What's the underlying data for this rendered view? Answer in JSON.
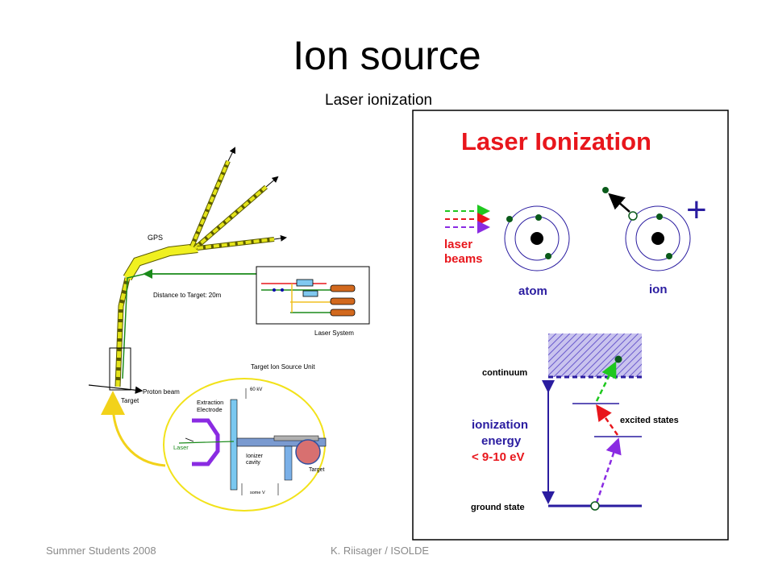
{
  "slide": {
    "title": "Ion source",
    "subtitle": "Laser ionization"
  },
  "left_diagram": {
    "gps": "GPS",
    "distance": "Distance to Target: 20m",
    "laser_system": "Laser System",
    "proton_beam": "Proton beam",
    "target": "Target",
    "unit_title": "Target Ion Source Unit",
    "extraction": "Extraction",
    "electrode": "Electrode",
    "kv": "60 kV",
    "laser": "Laser",
    "ionizer": "Ionizer",
    "cavity": "cavity",
    "target2": "Target",
    "some_v": "some V"
  },
  "right_diagram": {
    "title": "Laser Ionization",
    "laser": "laser",
    "beams": "beams",
    "atom": "atom",
    "ion": "ion",
    "plus": "+",
    "continuum": "continuum",
    "excited": "excited states",
    "ionization": "ionization",
    "energy": "energy",
    "ev": "< 9-10 eV",
    "ground": "ground state"
  },
  "footer": {
    "left": "Summer Students 2008",
    "center": "K. Riisager / ISOLDE"
  },
  "colors": {
    "red": "#e8161c",
    "green": "#1fc81f",
    "purple": "#8a2be2",
    "navy": "#2a1ca0",
    "yellow": "#f2f21a",
    "dark_green": "#0a5a1a"
  }
}
